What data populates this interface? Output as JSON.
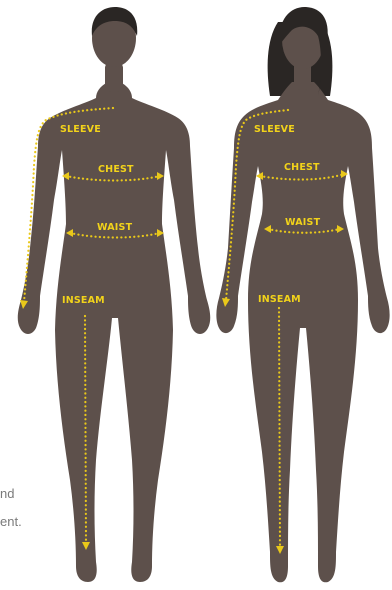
{
  "colors": {
    "body": "#5d504b",
    "hair": "#2a2624",
    "measurement": "#e9c81a",
    "label": "#f2d31a",
    "caption_text": "#7a7a7a"
  },
  "figures": [
    {
      "id": "male",
      "labels": {
        "sleeve": "SLEEVE",
        "chest": "CHEST",
        "waist": "WAIST",
        "inseam": "INSEAM"
      }
    },
    {
      "id": "female",
      "labels": {
        "sleeve": "SLEEVE",
        "chest": "CHEST",
        "waist": "WAIST",
        "inseam": "INSEAM"
      }
    }
  ],
  "caption": {
    "line1": "nd",
    "line2": "ent."
  }
}
